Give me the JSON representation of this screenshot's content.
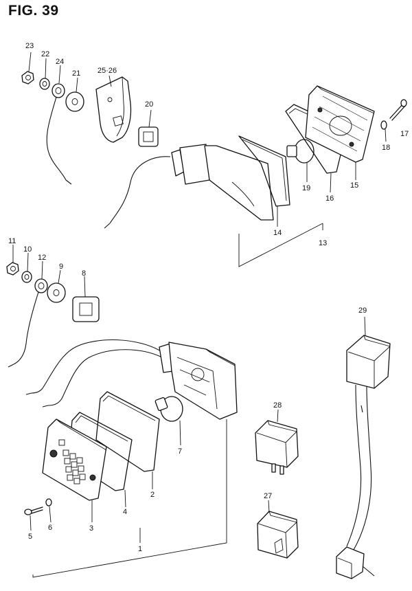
{
  "figure": {
    "title": "FIG. 39"
  },
  "callouts": {
    "p1": "1",
    "p2": "2",
    "p3": "3",
    "p4": "4",
    "p5": "5",
    "p6": "6",
    "p7": "7",
    "p8": "8",
    "p9": "9",
    "p10": "10",
    "p11": "11",
    "p12": "12",
    "p13": "13",
    "p14": "14",
    "p15": "15",
    "p16": "16",
    "p17": "17",
    "p18": "18",
    "p19": "19",
    "p20": "20",
    "p21": "21",
    "p22": "22",
    "p23": "23",
    "p24": "24",
    "p25_26": "25·26",
    "p27": "27",
    "p28": "28",
    "p29": "29"
  }
}
